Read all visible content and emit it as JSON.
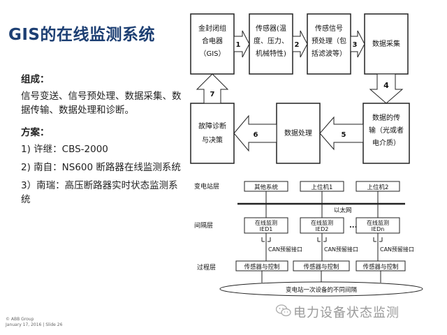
{
  "title": "GIS的在线监测系统",
  "left": {
    "composition_heading": "组成：",
    "composition_text": "信号变送、信号预处理、数据采集、数据传输、数据处理和诊断。",
    "scheme_heading": "方案：",
    "schemes": [
      "1) 许继：CBS-2000",
      "2) 南自：NS600 断路器在线监测系统",
      "3）南瑞：高压断路器实时状态监测系统"
    ]
  },
  "flow": {
    "box1": [
      "金封闭组",
      "合电器",
      "（GIS）"
    ],
    "box2": [
      "传感器(温",
      "度、压力、",
      "机械特性)"
    ],
    "box3": [
      "传感信号",
      "预处理（包",
      "括滤波等）"
    ],
    "box4": [
      "数据采集"
    ],
    "box5": [
      "数据的传",
      "输（光或者",
      "电介质）"
    ],
    "box6": [
      "数据处理"
    ],
    "box7": [
      "故障诊断",
      "与决策"
    ],
    "arrows": [
      "1",
      "2",
      "3",
      "4",
      "5",
      "6",
      "7"
    ]
  },
  "net": {
    "station_layer": "变电站层",
    "bay_layer": "间隔层",
    "process_layer": "过程层",
    "expert": "其他系统",
    "host1": "上位机1",
    "host2": "上位机2",
    "ethernet": "以太网",
    "ied1": [
      "在线监测",
      "IED1"
    ],
    "ied2": [
      "在线监测",
      "IED2"
    ],
    "iedn": [
      "在线监测",
      "IEDn"
    ],
    "dots": "......",
    "can": "CAN预留接口",
    "sensor": "传感器与控制",
    "equipment": "变电站一次设备的不同间隔"
  },
  "footer": [
    "© ABB Group",
    "January 17, 2016 | Slide 26"
  ],
  "watermark": "电力设备状态监测"
}
